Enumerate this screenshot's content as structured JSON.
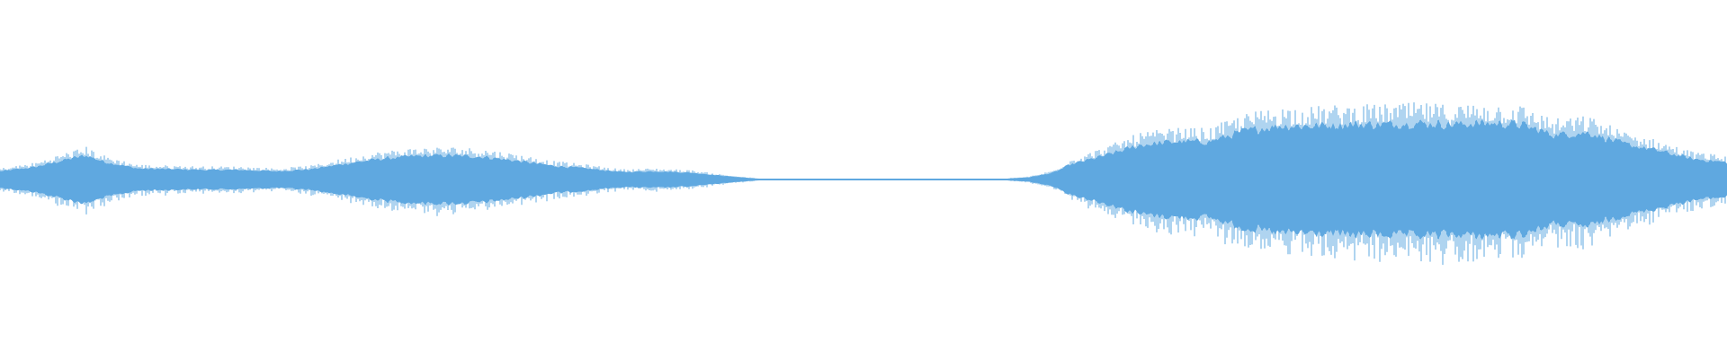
{
  "chart_data": {
    "type": "area",
    "title": "",
    "xlabel": "",
    "ylabel": "",
    "xlim": [
      0,
      1
    ],
    "ylim": [
      -1,
      1
    ],
    "grid": false,
    "legend": "none",
    "color": "#5fa8e0",
    "series": [
      {
        "values_x": [
          0.0,
          0.02,
          0.04,
          0.05,
          0.06,
          0.08,
          0.1,
          0.12,
          0.14,
          0.16,
          0.18,
          0.2,
          0.22,
          0.24,
          0.26,
          0.28,
          0.3,
          0.32,
          0.34,
          0.36,
          0.38,
          0.4,
          0.42,
          0.44,
          0.46,
          0.48,
          0.5,
          0.52,
          0.54,
          0.56,
          0.58,
          0.595,
          0.6,
          0.61,
          0.62,
          0.64,
          0.66,
          0.68,
          0.7,
          0.72,
          0.74,
          0.76,
          0.78,
          0.8,
          0.82,
          0.84,
          0.86,
          0.88,
          0.9,
          0.92,
          0.94,
          0.96,
          0.98,
          1.0
        ],
        "envelope": [
          0.12,
          0.18,
          0.3,
          0.35,
          0.26,
          0.16,
          0.15,
          0.14,
          0.14,
          0.12,
          0.15,
          0.23,
          0.3,
          0.34,
          0.35,
          0.33,
          0.27,
          0.2,
          0.16,
          0.11,
          0.12,
          0.1,
          0.05,
          0.01,
          0.01,
          0.01,
          0.01,
          0.01,
          0.01,
          0.01,
          0.01,
          0.03,
          0.05,
          0.1,
          0.22,
          0.35,
          0.5,
          0.55,
          0.55,
          0.7,
          0.78,
          0.78,
          0.8,
          0.8,
          0.82,
          0.8,
          0.82,
          0.8,
          0.65,
          0.68,
          0.52,
          0.42,
          0.3,
          0.25
        ]
      }
    ]
  }
}
